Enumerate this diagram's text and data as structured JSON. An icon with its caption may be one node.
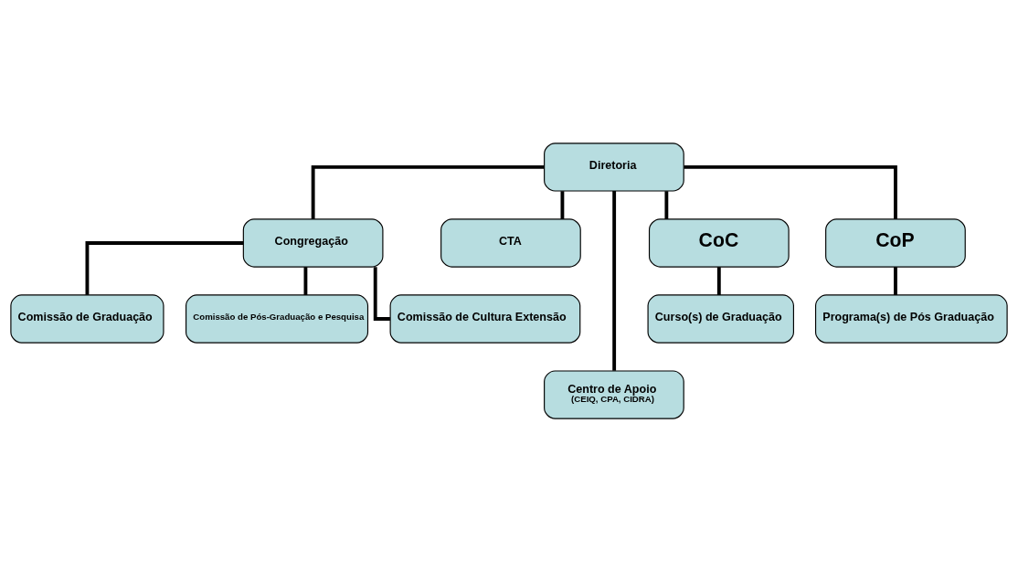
{
  "diagram": {
    "nodes": [
      {
        "text": [
          "Diretoria"
        ]
      },
      {
        "text": [
          "Congregação"
        ]
      },
      {
        "text": [
          "CTA"
        ]
      },
      {
        "text": [
          "Comissão de Graduação"
        ]
      },
      {
        "text": [
          "Comissão de Pós-Graduação e Pesquisa"
        ]
      },
      {
        "text": [
          "Comissão de Cultura Extensão"
        ]
      },
      {
        "text": [
          "Centro de Apoio",
          "(CEIQ, CPA, CIDRA)"
        ]
      },
      {
        "text": [
          "CoC"
        ]
      },
      {
        "text": [
          "CoP"
        ]
      },
      {
        "text": [
          "Curso(s) de Graduação"
        ]
      },
      {
        "text": [
          "Programa(s) de Pós Graduação"
        ]
      }
    ],
    "edges": [
      {
        "from": 0,
        "to": 1,
        "arrow": "none"
      },
      {
        "from": 0,
        "to": 2,
        "arrow": "none"
      },
      {
        "from": 1,
        "to": 3,
        "arrow": "none"
      },
      {
        "from": 1,
        "to": 4,
        "arrow": "none"
      },
      {
        "from": 1,
        "to": 5,
        "arrow": "none"
      },
      {
        "from": 0,
        "to": 6,
        "arrow": "none"
      },
      {
        "from": 0,
        "to": 7,
        "arrow": "none"
      },
      {
        "from": 0,
        "to": 8,
        "arrow": "none"
      },
      {
        "from": 7,
        "to": 9,
        "arrow": "none"
      },
      {
        "from": 8,
        "to": 10,
        "arrow": "none"
      }
    ]
  }
}
